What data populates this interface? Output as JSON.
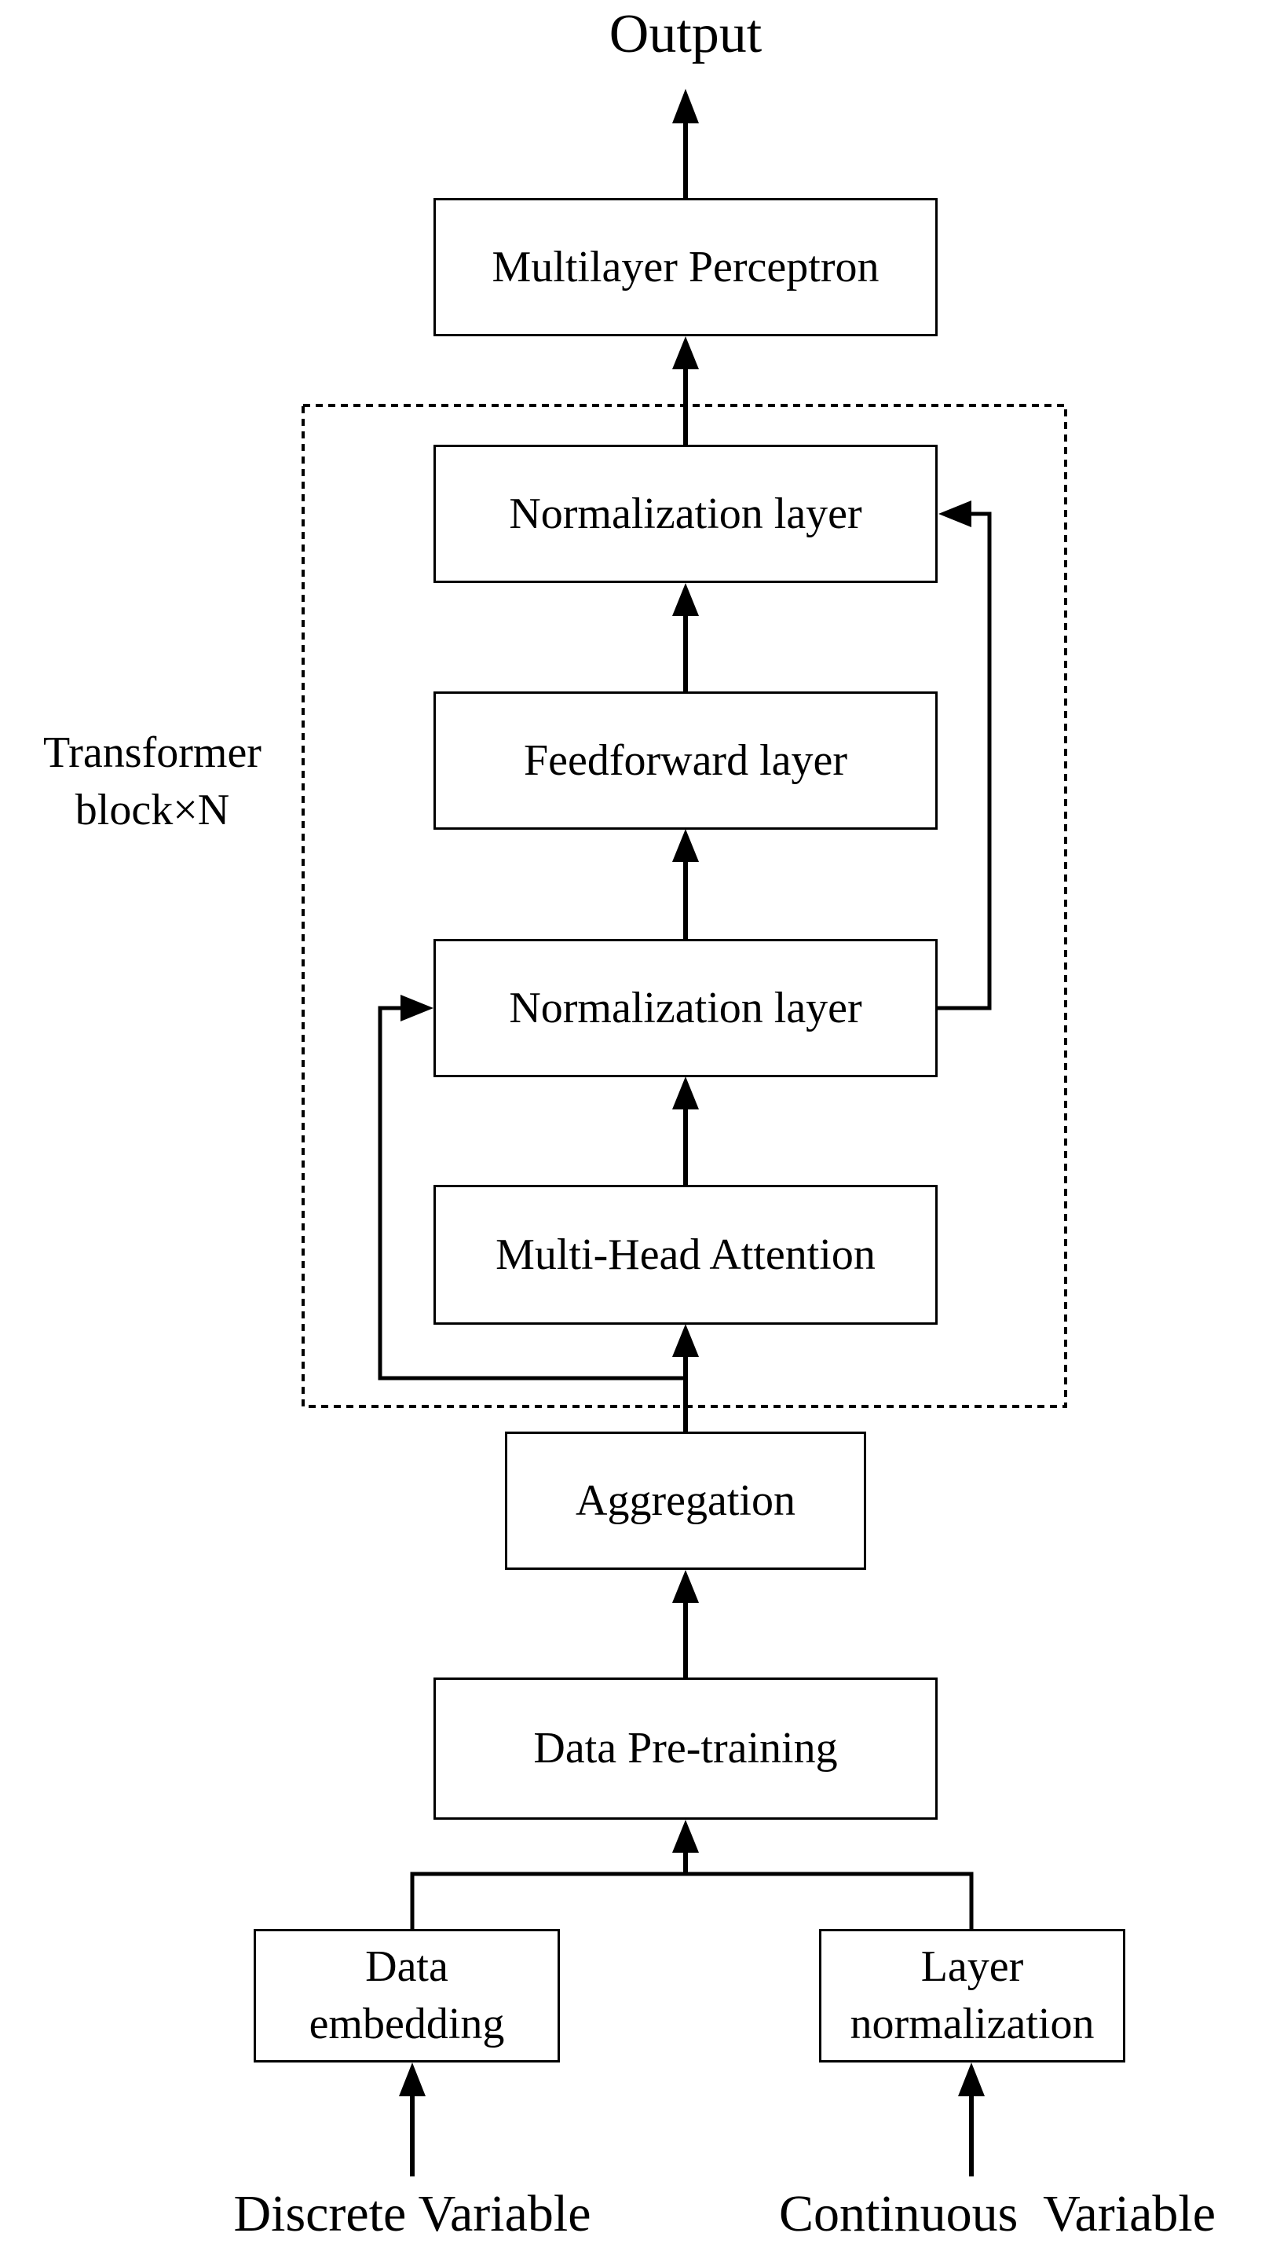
{
  "colors": {
    "stroke": "#000000",
    "background": "#ffffff"
  },
  "diagram": {
    "output_label": "Output",
    "group_label_line1": "Transformer",
    "group_label_line2": "block×N",
    "inputs": {
      "discrete": "Discrete Variable",
      "continuous": "Continuous  Variable"
    },
    "nodes": {
      "mlp": "Multilayer Perceptron",
      "norm_top": "Normalization layer",
      "feedforward": "Feedforward layer",
      "norm_mid": "Normalization layer",
      "attention": "Multi-Head Attention",
      "aggregation": "Aggregation",
      "pretraining": "Data Pre-training",
      "embedding": "Data\nembedding",
      "layer_norm": "Layer\nnormalization"
    },
    "edges": [
      {
        "from": "mlp",
        "to": "output"
      },
      {
        "from": "norm_top",
        "to": "mlp"
      },
      {
        "from": "feedforward",
        "to": "norm_top"
      },
      {
        "from": "norm_mid",
        "to": "feedforward"
      },
      {
        "from": "norm_mid",
        "to": "norm_top",
        "kind": "residual"
      },
      {
        "from": "attention",
        "to": "norm_mid"
      },
      {
        "from": "aggregation",
        "to": "attention"
      },
      {
        "from": "aggregation",
        "to": "norm_mid",
        "kind": "residual"
      },
      {
        "from": "pretraining",
        "to": "aggregation"
      },
      {
        "from": "embedding",
        "to": "pretraining"
      },
      {
        "from": "layer_norm",
        "to": "pretraining"
      },
      {
        "from": "discrete",
        "to": "embedding"
      },
      {
        "from": "continuous",
        "to": "layer_norm"
      }
    ]
  }
}
